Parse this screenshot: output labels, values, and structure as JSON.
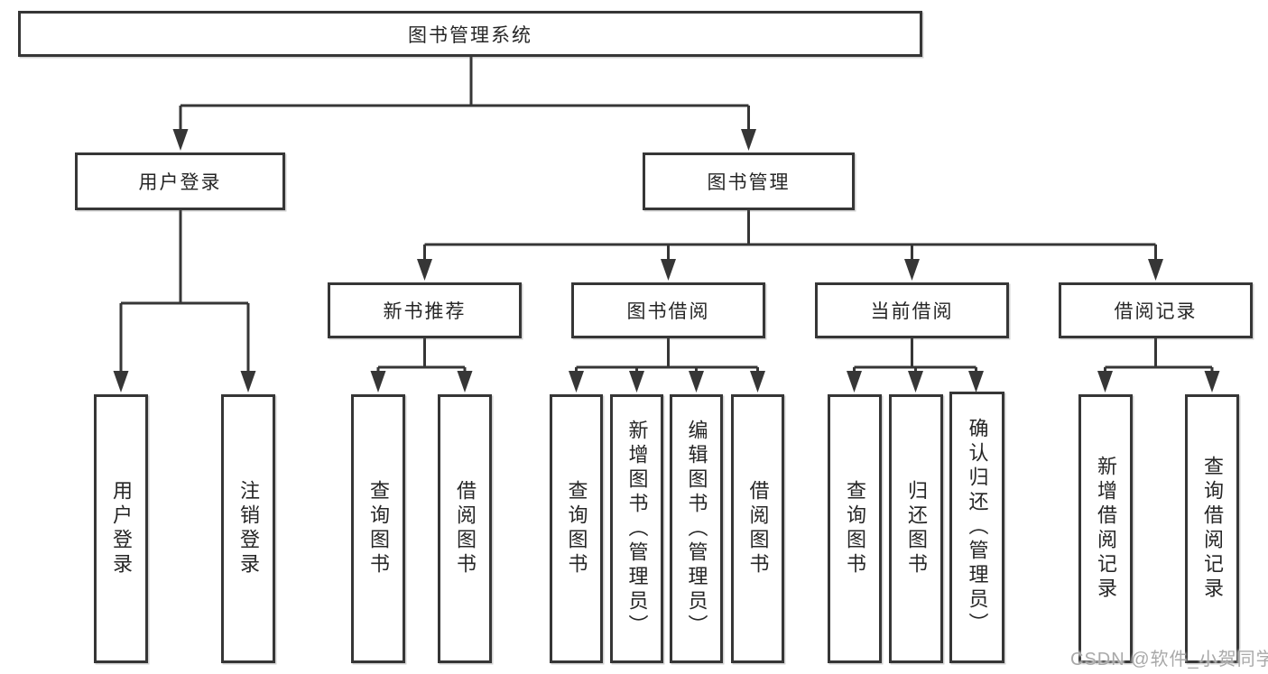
{
  "diagram": {
    "root": {
      "label": "图书管理系统"
    },
    "branches": [
      {
        "label": "用户登录",
        "children": [
          {
            "label": "用户登录"
          },
          {
            "label": "注销登录"
          }
        ]
      },
      {
        "label": "图书管理",
        "children": [
          {
            "label": "新书推荐",
            "children": [
              {
                "label": "查询图书"
              },
              {
                "label": "借阅图书"
              }
            ]
          },
          {
            "label": "图书借阅",
            "children": [
              {
                "label": "查询图书"
              },
              {
                "label": "新增图书（管理员）"
              },
              {
                "label": "编辑图书（管理员）"
              },
              {
                "label": "借阅图书"
              }
            ]
          },
          {
            "label": "当前借阅",
            "children": [
              {
                "label": "查询图书"
              },
              {
                "label": "归还图书"
              },
              {
                "label": "确认归还（管理员）"
              }
            ]
          },
          {
            "label": "借阅记录",
            "children": [
              {
                "label": "新增借阅记录"
              },
              {
                "label": "查询借阅记录"
              }
            ]
          }
        ]
      }
    ]
  },
  "watermark": {
    "text": "CSDN @软件_小贺同学"
  },
  "colors": {
    "line": "#363636",
    "box_border": "#363636",
    "box_fill": "#ffffff",
    "text": "#262626",
    "watermark": "#a9a9a9",
    "background": "#ffffff"
  }
}
